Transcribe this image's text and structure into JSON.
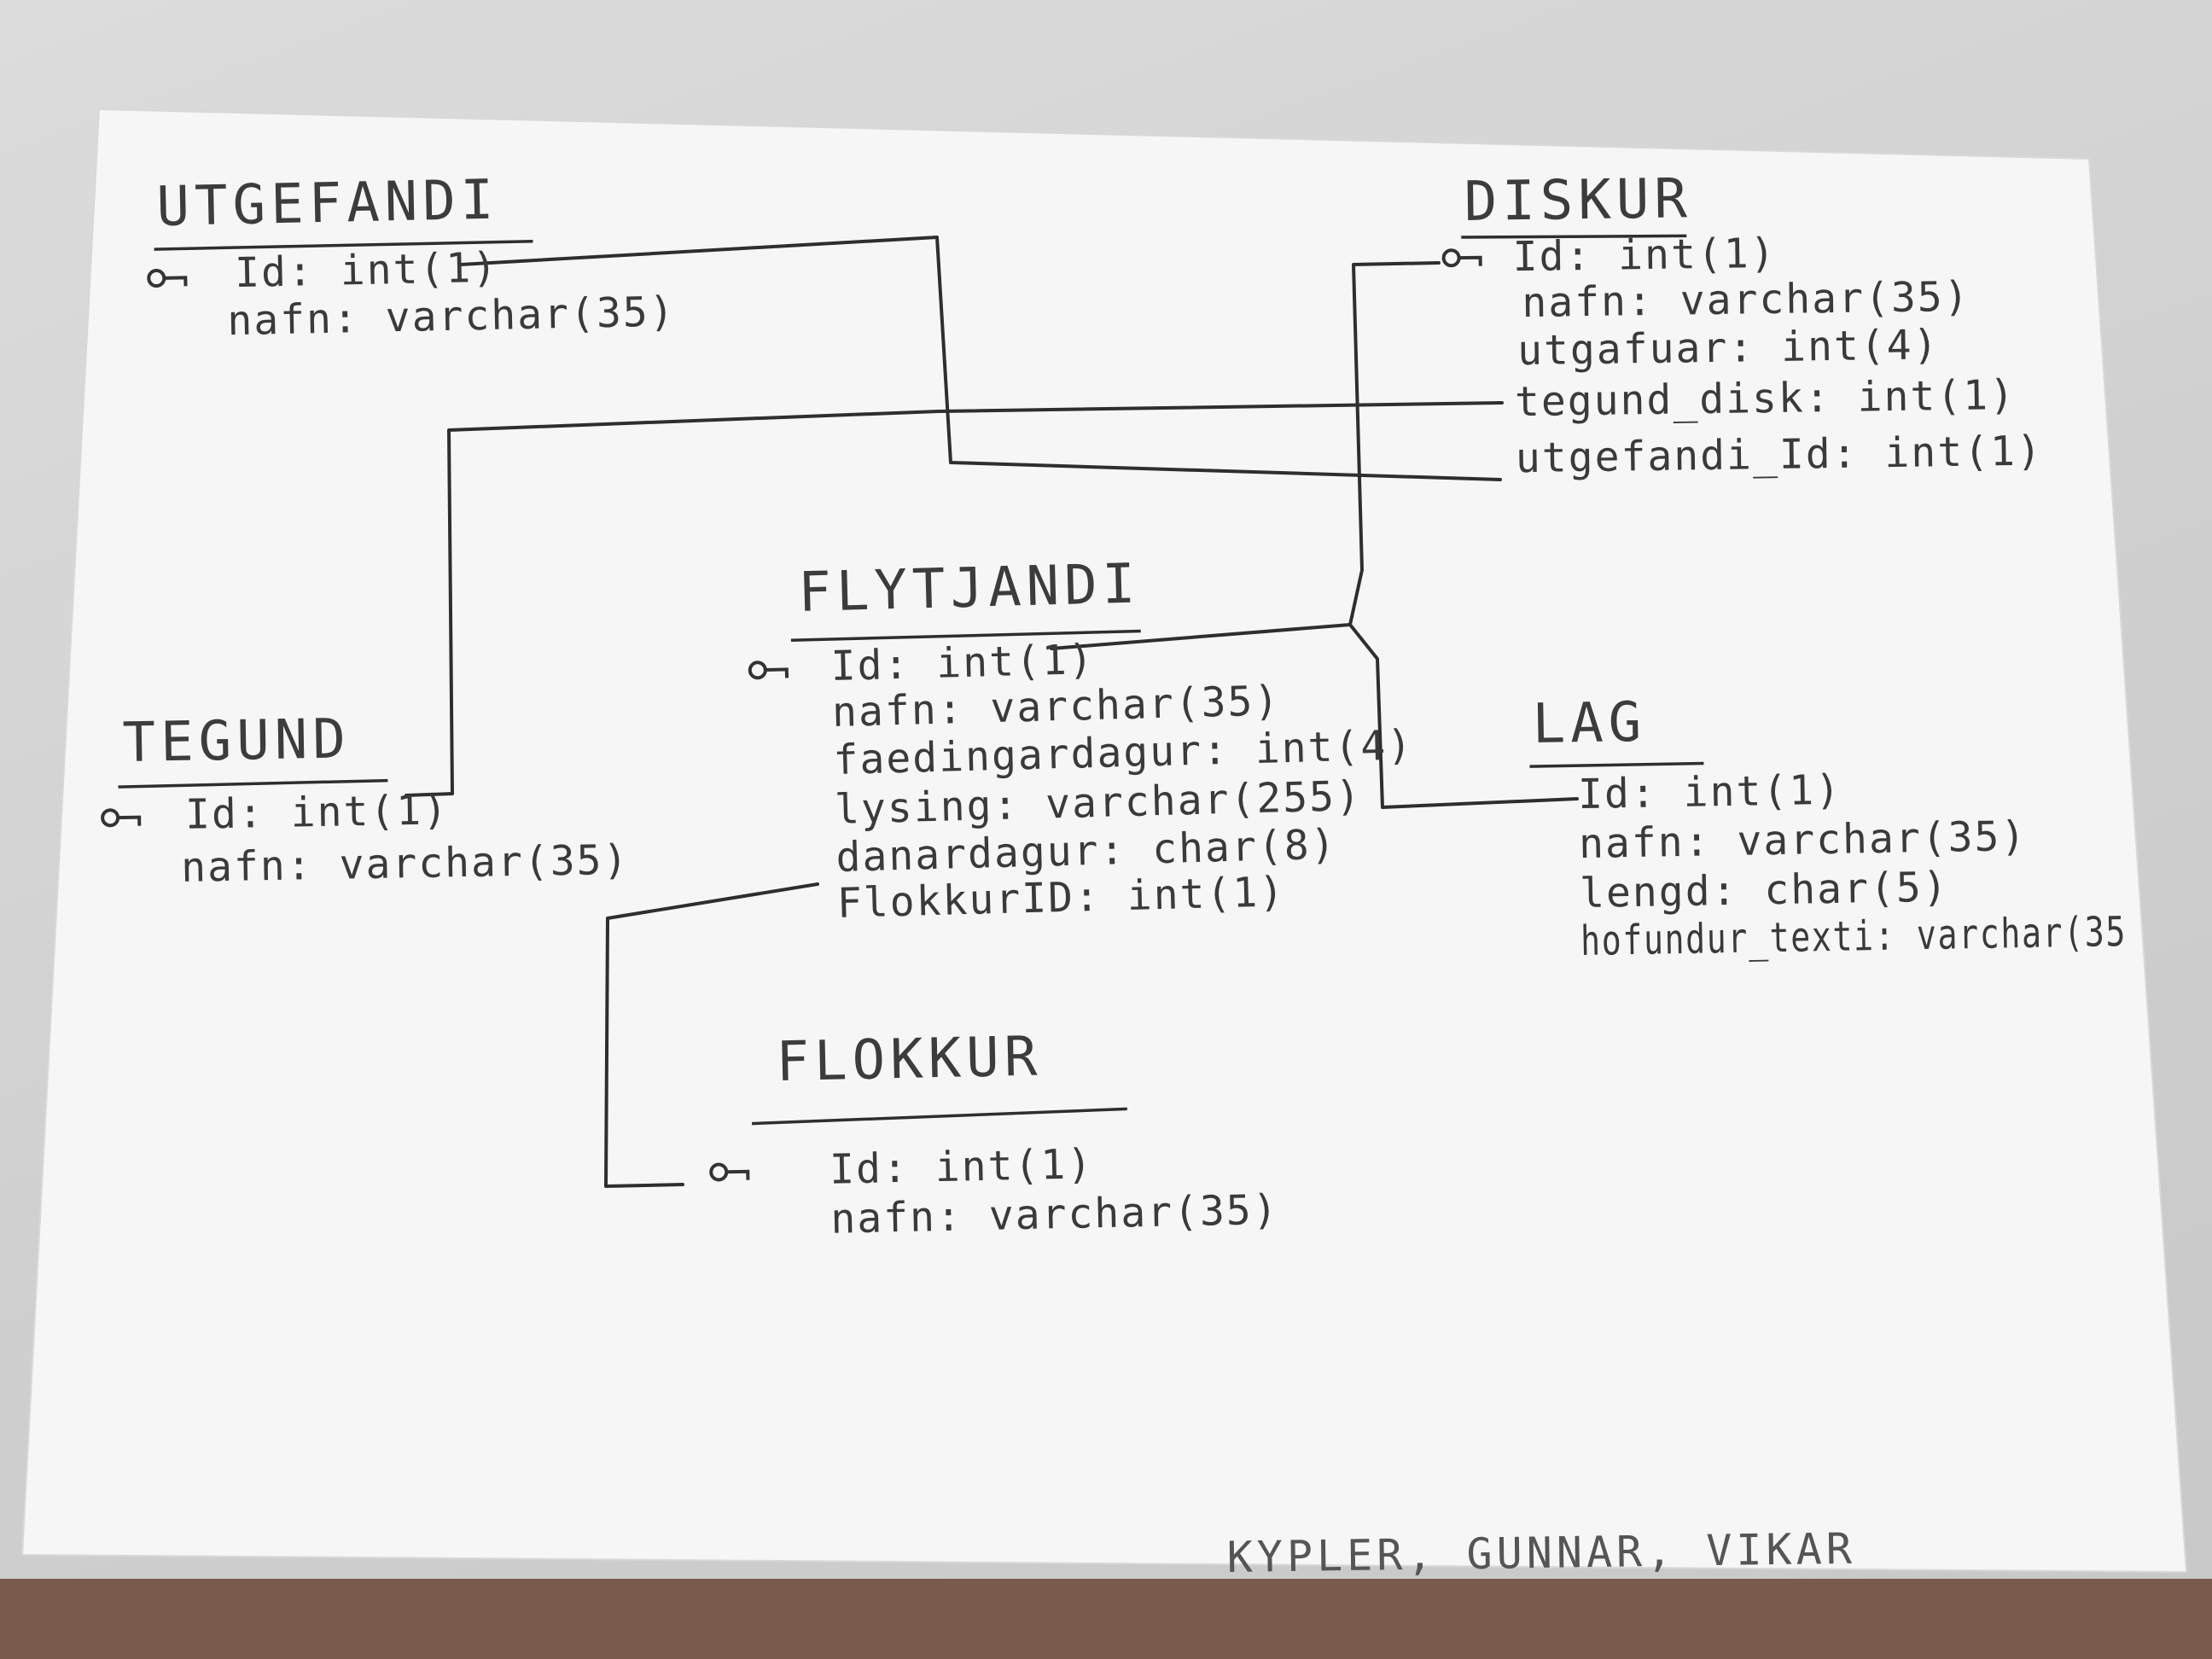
{
  "tables": [
    {
      "id": "utgefandi",
      "name": "UTGEFANDI",
      "fields": [
        {
          "text": "Id: int(1)",
          "key": true
        },
        {
          "text": "nafn: varchar(35)",
          "key": false
        }
      ]
    },
    {
      "id": "diskur",
      "name": "DISKUR",
      "fields": [
        {
          "text": "Id: int(1)",
          "key": true
        },
        {
          "text": "nafn: varchar(35)",
          "key": false
        },
        {
          "text": "utgafuar: int(4)",
          "key": false
        },
        {
          "text": "tegund_disk: int(1)",
          "key": false
        },
        {
          "text": "utgefandi_Id: int(1)",
          "key": false
        }
      ]
    },
    {
      "id": "flytjandi",
      "name": "FLYTJANDI",
      "fields": [
        {
          "text": "Id: int(1)",
          "key": true
        },
        {
          "text": "nafn: varchar(35)",
          "key": false
        },
        {
          "text": "faedingardagur: int(4)",
          "key": false
        },
        {
          "text": "lysing: varchar(255)",
          "key": false
        },
        {
          "text": "danardagur: char(8)",
          "key": false
        },
        {
          "text": "FlokkurID: int(1)",
          "key": false
        }
      ]
    },
    {
      "id": "tegund",
      "name": "TEGUND",
      "fields": [
        {
          "text": "Id: int(1)",
          "key": true
        },
        {
          "text": "nafn: varchar(35)",
          "key": false
        }
      ]
    },
    {
      "id": "lag",
      "name": "LAG",
      "fields": [
        {
          "text": "Id: int(1)",
          "key": false
        },
        {
          "text": "nafn: varchar(35)",
          "key": false
        },
        {
          "text": "lengd: char(5)",
          "key": false
        },
        {
          "text": "hofundur_texti: varchar(35",
          "key": false
        }
      ]
    },
    {
      "id": "flokkur",
      "name": "FLOKKUR",
      "fields": [
        {
          "text": "Id: int(1)",
          "key": true
        },
        {
          "text": "nafn: varchar(35)",
          "key": false
        }
      ]
    }
  ],
  "relationships": [
    {
      "from": "utgefandi.Id",
      "to": "diskur.utgefandi_Id"
    },
    {
      "from": "tegund.Id",
      "to": "diskur.tegund_disk"
    },
    {
      "from": "diskur.Id",
      "to": "flytjandi.Id"
    },
    {
      "from": "diskur.Id",
      "to": "lag.Id"
    },
    {
      "from": "flytjandi.FlokkurID",
      "to": "flokkur.Id"
    }
  ],
  "footer": "KYPLER, GUNNAR, VIKAR",
  "colors": {
    "ink": "#2e2e2e",
    "paper": "#f7f7f7",
    "floor": "#7a5a4c"
  }
}
